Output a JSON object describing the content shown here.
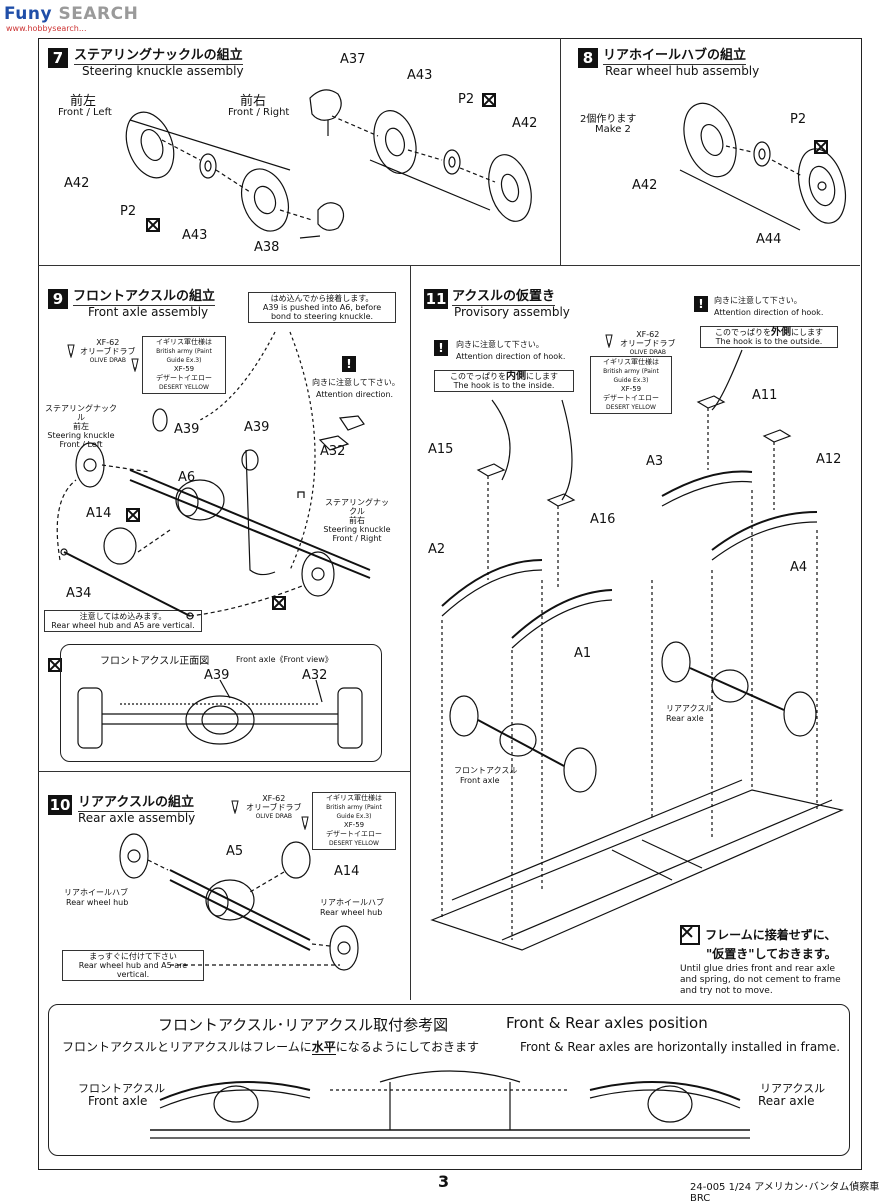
{
  "watermark": {
    "brand_a": "Fun",
    "brand_b": "y",
    "brand_c": "SEARCH",
    "sub": "www.hobbysearch..."
  },
  "colors": {
    "ink": "#111111",
    "watermark_blue": "#1f4ea8",
    "watermark_gray": "#9a9a9a"
  },
  "icons": [
    "warning-icon",
    "no-glue-icon",
    "paint-icon"
  ],
  "step7": {
    "num": "7",
    "title_jp": "ステアリングナックルの組立",
    "title_en": "Steering knuckle assembly",
    "front_left_jp": "前左",
    "front_left_en": "Front / Left",
    "front_right_jp": "前右",
    "front_right_en": "Front / Right",
    "labels": {
      "a37": "A37",
      "a43_top": "A43",
      "p2_top": "P2",
      "a42_top": "A42",
      "a42_left": "A42",
      "p2_left": "P2",
      "a43_left": "A43",
      "a38": "A38"
    }
  },
  "step8": {
    "num": "8",
    "title_jp": "リアホイールハブの組立",
    "title_en": "Rear wheel hub assembly",
    "make_jp": "2個作ります",
    "make_en": "Make 2",
    "labels": {
      "p2": "P2",
      "a42": "A42",
      "a44": "A44"
    }
  },
  "step9": {
    "num": "9",
    "title_jp": "フロントアクスルの組立",
    "title_en": "Front axle assembly",
    "glue_note_jp": "はめ込んでから接着します。",
    "glue_note_en": "A39 is pushed into A6, before bond to steering knuckle.",
    "paint_1_code": "XF-62",
    "paint_1_jp": "オリーブドラブ",
    "paint_1_en": "OLIVE DRAB",
    "paint_note_jp": "イギリス軍仕様は",
    "paint_note_en": "British army (Paint Guide Ex.3)",
    "paint_2_code": "XF-59",
    "paint_2_jp": "デザートイエロー",
    "paint_2_en": "DESERT YELLOW",
    "sk_left_jp": "ステアリングナックル",
    "sk_left_jp2": "前左",
    "sk_left_en": "Steering knuckle",
    "sk_left_en2": "Front / Left",
    "sk_right_jp": "ステアリングナックル",
    "sk_right_jp2": "前右",
    "sk_right_en": "Steering knuckle",
    "sk_right_en2": "Front / Right",
    "attention_jp": "向きに注意して下さい。",
    "attention_en": "Attention direction.",
    "vertical_jp": "注意してはめ込みます。",
    "vertical_en": "Rear wheel hub and A5 are vertical.",
    "front_view_jp": "フロントアクスル正面図",
    "front_view_en": "Front axle《Front view》",
    "labels": {
      "a39_a": "A39",
      "a6": "A6",
      "a39_b": "A39",
      "a32": "A32",
      "a14": "A14",
      "a34": "A34",
      "fv_a39": "A39",
      "fv_a32": "A32"
    }
  },
  "step10": {
    "num": "10",
    "title_jp": "リアアクスルの組立",
    "title_en": "Rear axle assembly",
    "paint_1_code": "XF-62",
    "paint_1_jp": "オリーブドラブ",
    "paint_1_en": "OLIVE DRAB",
    "paint_note_jp": "イギリス軍仕様は",
    "paint_note_en": "British army (Paint Guide Ex.3)",
    "paint_2_code": "XF-59",
    "paint_2_jp": "デザートイエロー",
    "paint_2_en": "DESERT YELLOW",
    "hub_left_jp": "リアホイールハブ",
    "hub_left_en": "Rear wheel hub",
    "hub_right_jp": "リアホイールハブ",
    "hub_right_en": "Rear wheel hub",
    "straight_jp": "まっすぐに付けて下さい",
    "straight_en": "Rear wheel hub and A5 are vertical.",
    "labels": {
      "a5": "A5",
      "a14": "A14"
    }
  },
  "step11": {
    "num": "11",
    "title_jp": "アクスルの仮置き",
    "title_en": "Provisory assembly",
    "att_left_jp": "向きに注意して下さい。",
    "att_left_en": "Attention direction of hook.",
    "hook_in_jp_a": "このでっぱりを",
    "hook_in_jp_b": "内側",
    "hook_in_jp_c": "にします",
    "hook_in_en": "The hook is to the inside.",
    "att_right_jp": "向きに注意して下さい。",
    "att_right_en": "Attention direction of hook.",
    "hook_out_jp_a": "このでっぱりを",
    "hook_out_jp_b": "外側",
    "hook_out_jp_c": "にします",
    "hook_out_en": "The hook is to the outside.",
    "paint_1_code": "XF-62",
    "paint_1_jp": "オリーブドラブ",
    "paint_1_en": "OLIVE DRAB",
    "paint_note_jp": "イギリス軍仕様は",
    "paint_note_en": "British army (Paint Guide Ex.3)",
    "paint_2_code": "XF-59",
    "paint_2_jp": "デザートイエロー",
    "paint_2_en": "DESERT YELLOW",
    "front_axle_jp": "フロントアクスル",
    "front_axle_en": "Front axle",
    "rear_axle_jp": "リアアクスル",
    "rear_axle_en": "Rear axle",
    "noglue_jp_1": "フレームに接着せずに、",
    "noglue_jp_2": "\"仮置き\"しておきます。",
    "noglue_en": "Until glue dries front and rear axle and spring, do not cement to frame and try not to move.",
    "labels": {
      "a15": "A15",
      "a16": "A16",
      "a11": "A11",
      "a12": "A12",
      "a3": "A3",
      "a4": "A4",
      "a2": "A2",
      "a1": "A1"
    }
  },
  "axles_ref": {
    "title_jp": "フロントアクスル･リアアクスル取付参考図",
    "title_en": "Front & Rear axles position",
    "note_jp_a": "フロントアクスルとリアアクスルはフレームに",
    "note_jp_b": "水平",
    "note_jp_c": "になるようにしておきます",
    "note_en": "Front & Rear axles are horizontally installed in frame.",
    "front_jp": "フロントアクスル",
    "front_en": "Front axle",
    "rear_jp": "リアアクスル",
    "rear_en": "Rear axle"
  },
  "footer": {
    "page": "3",
    "code": "24-005 1/24 アメリカン･バンタム偵察車 BRC"
  }
}
